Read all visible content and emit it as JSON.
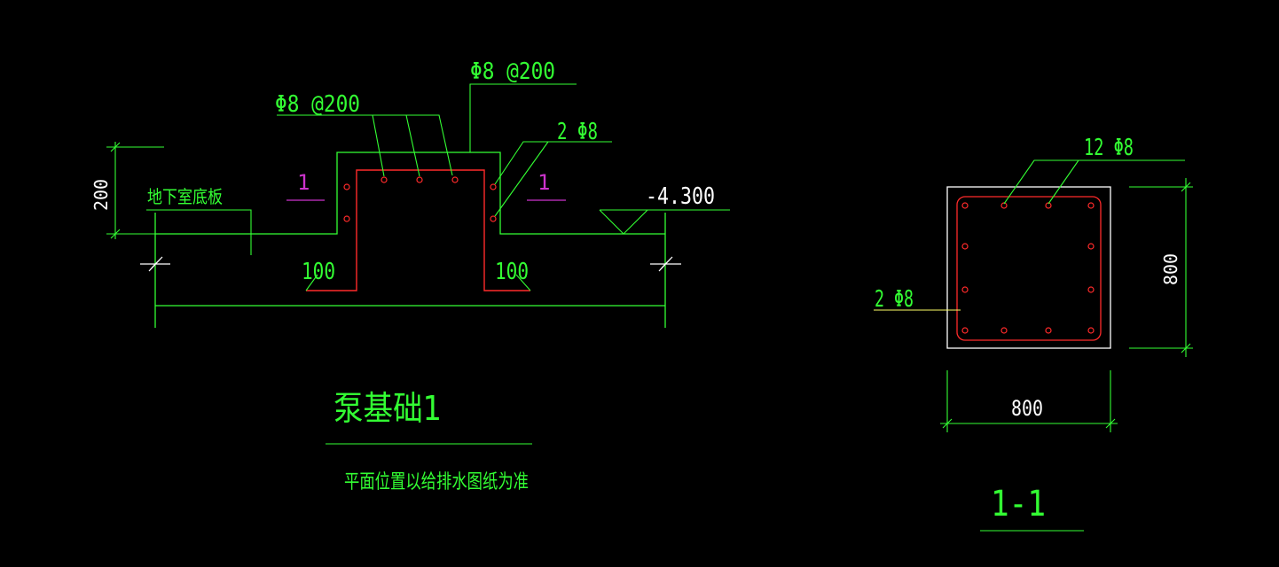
{
  "colors": {
    "background": "#000000",
    "line_green": "#33ff33",
    "rebar_red": "#ff2a2a",
    "outline_white": "#ffffff",
    "section_magenta": "#cc33cc",
    "leader_yellow": "#ffff66"
  },
  "elevation_view": {
    "label_stirrup_left": "Φ8 @200",
    "label_stirrup_top": "Φ8 @200",
    "label_bars_right": "2 Φ8",
    "dim_height": "200",
    "label_slab": "地下室底板",
    "section_mark_left": "1",
    "section_mark_right": "1",
    "elevation_value": "-4.300",
    "hook_left": "100",
    "hook_right": "100",
    "title": "泵基础1",
    "note": "平面位置以给排水图纸为准"
  },
  "section_view": {
    "label_bars_top": "12 Φ8",
    "label_bars_side": "2 Φ8",
    "dim_height": "800",
    "dim_width": "800",
    "title": "1-1"
  }
}
